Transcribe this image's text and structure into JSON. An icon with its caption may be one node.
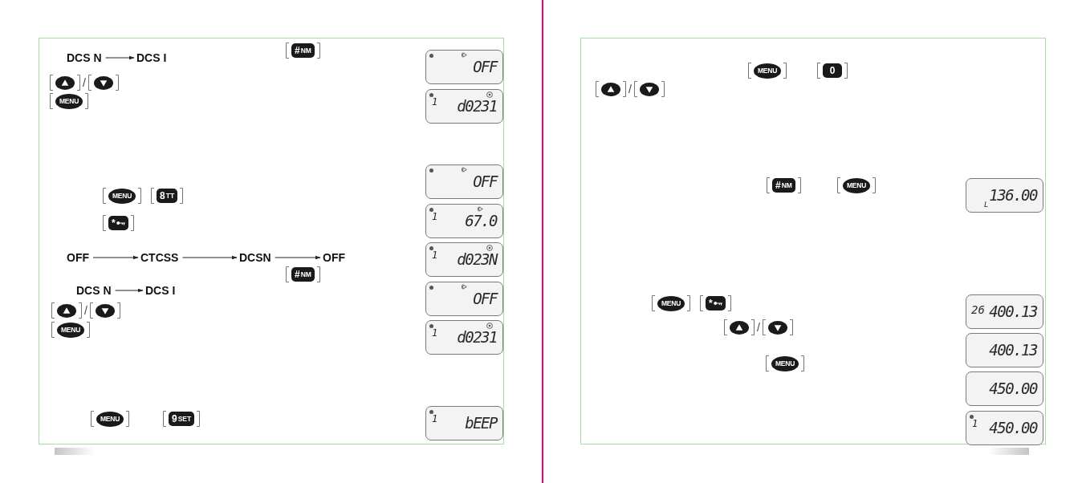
{
  "diagram": {
    "nodes": [
      {
        "text": [
          "DCS N"
        ]
      },
      {
        "text": [
          "DCS I"
        ]
      },
      {
        "text": [
          "OFF"
        ]
      },
      {
        "text": [
          "1",
          "d0231"
        ]
      },
      {
        "text": [
          "OFF"
        ]
      },
      {
        "text": [
          "1",
          "67.0"
        ]
      },
      {
        "text": [
          "OFF"
        ]
      },
      {
        "text": [
          "CTCSS"
        ]
      },
      {
        "text": [
          "DCSN"
        ]
      },
      {
        "text": [
          "OFF"
        ]
      },
      {
        "text": [
          "1",
          "d023N"
        ]
      },
      {
        "text": [
          "DCS N"
        ]
      },
      {
        "text": [
          "DCS I"
        ]
      },
      {
        "text": [
          "OFF"
        ]
      },
      {
        "text": [
          "1",
          "d0231"
        ]
      },
      {
        "text": [
          "1",
          "bEEP"
        ]
      },
      {
        "text": [
          "L",
          "136.00"
        ]
      },
      {
        "text": [
          "26",
          "400.13"
        ]
      },
      {
        "text": [
          "400.13"
        ]
      },
      {
        "text": [
          "450.00"
        ]
      },
      {
        "text": [
          "1",
          "450.00"
        ]
      }
    ],
    "edges": [
      {
        "from": 0,
        "to": 1,
        "arrow": "to"
      },
      {
        "from": 6,
        "to": 7,
        "arrow": "to"
      },
      {
        "from": 7,
        "to": 8,
        "arrow": "to"
      },
      {
        "from": 8,
        "to": 9,
        "arrow": "to"
      },
      {
        "from": 11,
        "to": 12,
        "arrow": "to"
      }
    ],
    "labels": [
      "#NM",
      "/",
      "MENU",
      "MENU",
      "8TT",
      "*",
      "#NM",
      "/",
      "MENU",
      "MENU",
      "9SET",
      "MENU",
      "0",
      "/",
      "#NM",
      "MENU",
      "MENU",
      "*",
      "/",
      "MENU"
    ]
  }
}
